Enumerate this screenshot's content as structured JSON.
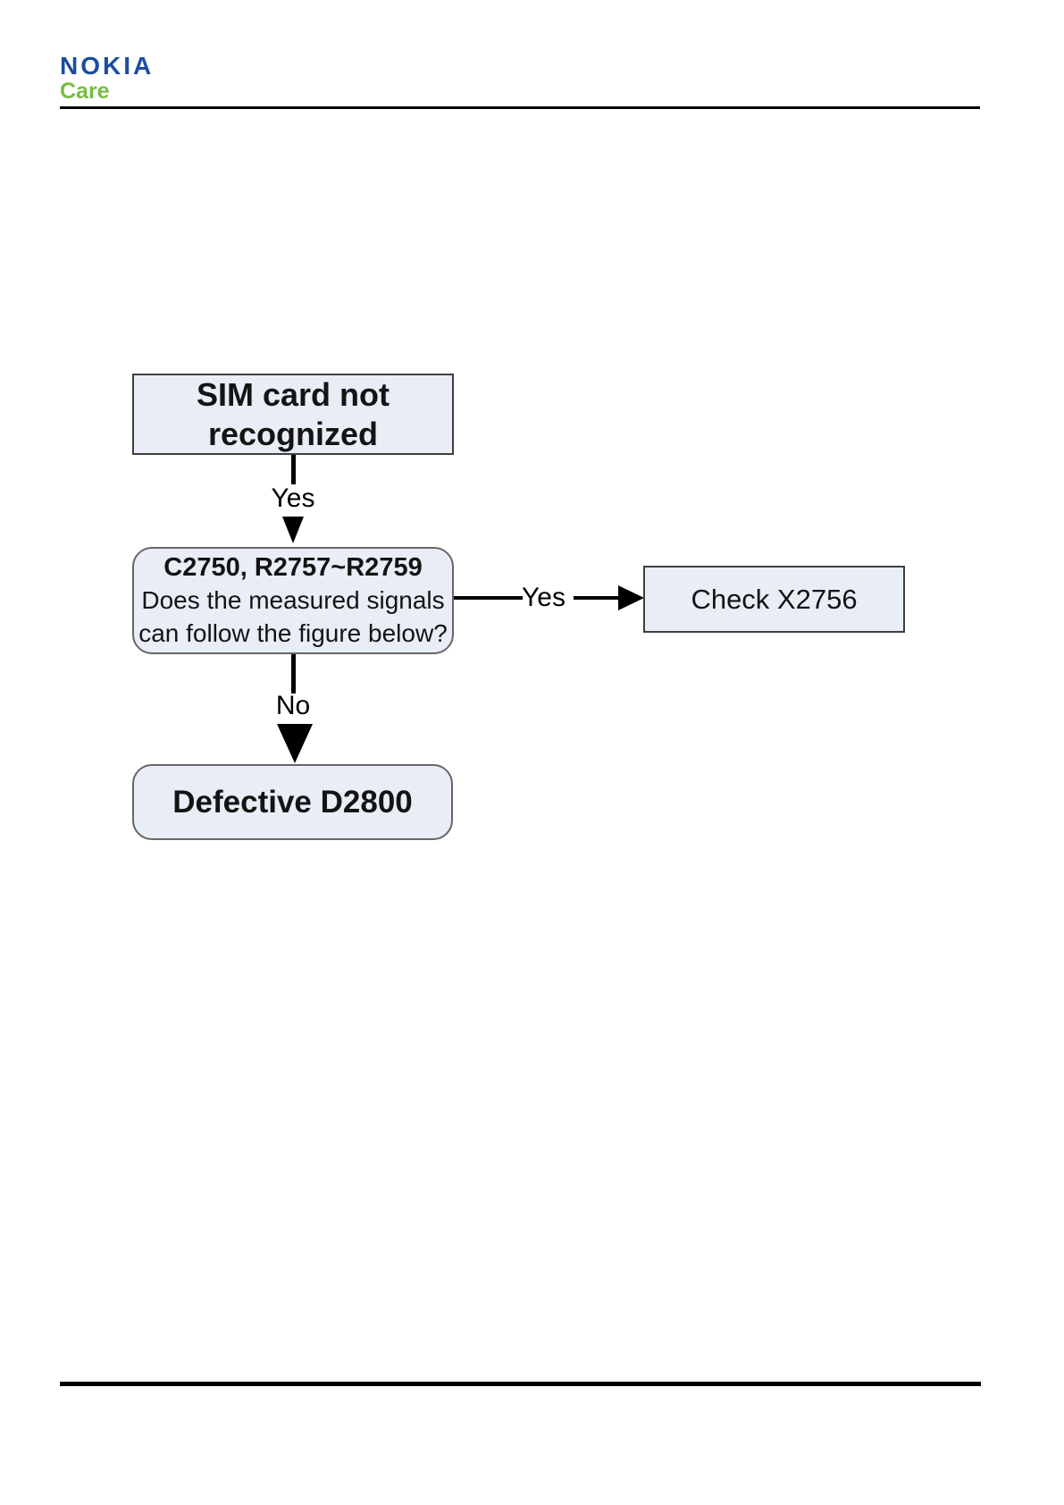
{
  "header": {
    "brand": "NOKIA",
    "sub_brand": "Care",
    "brand_color": "#1B4CA1",
    "sub_brand_color": "#76BC43"
  },
  "flowchart": {
    "nodes": {
      "start": {
        "text": "SIM card not recognized"
      },
      "decision": {
        "title": "C2750, R2757~R2759",
        "question_line1": "Does the measured signals",
        "question_line2": "can follow the figure below?"
      },
      "check": {
        "text": "Check X2756"
      },
      "defective": {
        "text": "Defective D2800"
      }
    },
    "edges": {
      "start_to_decision": "Yes",
      "decision_to_check": "Yes",
      "decision_to_defective": "No"
    },
    "node_fill_color": "#E9EDF6",
    "rect_border_color": "#3F3F3F",
    "round_border_color": "#666666",
    "connector_color": "#000000"
  }
}
